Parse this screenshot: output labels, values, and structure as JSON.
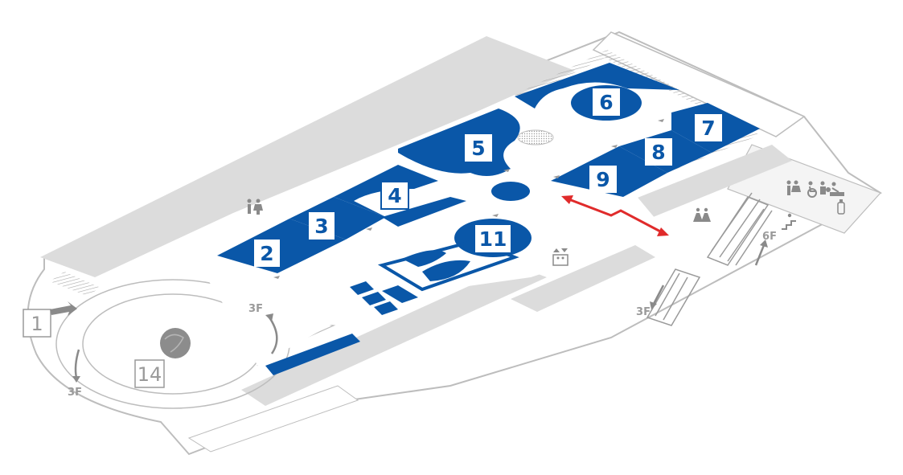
{
  "colors": {
    "room": "#0a57a8",
    "floor_outline": "#b8b8b8",
    "corridor": "#dcdcdc",
    "floor": "#ffffff",
    "inactive": "#9a9a9a",
    "arrow": "#e02b2b"
  },
  "rooms": [
    {
      "label": "2"
    },
    {
      "label": "3"
    },
    {
      "label": "4"
    },
    {
      "label": "5"
    },
    {
      "label": "6"
    },
    {
      "label": "7"
    },
    {
      "label": "8"
    },
    {
      "label": "9"
    },
    {
      "label": "11"
    }
  ],
  "other_rooms": [
    {
      "label": "1"
    },
    {
      "label": "14"
    }
  ],
  "floor_markers": [
    {
      "label": "3F"
    },
    {
      "label": "3F"
    },
    {
      "label": "3F"
    },
    {
      "label": "6F"
    }
  ],
  "icons": [
    "restroom-icon",
    "accessible-restroom-icon",
    "nursing-room-icon",
    "baby-changing-icon",
    "bottle-icon",
    "elevator-icon",
    "escalator-icon",
    "seating-icon",
    "stairs-icon"
  ]
}
